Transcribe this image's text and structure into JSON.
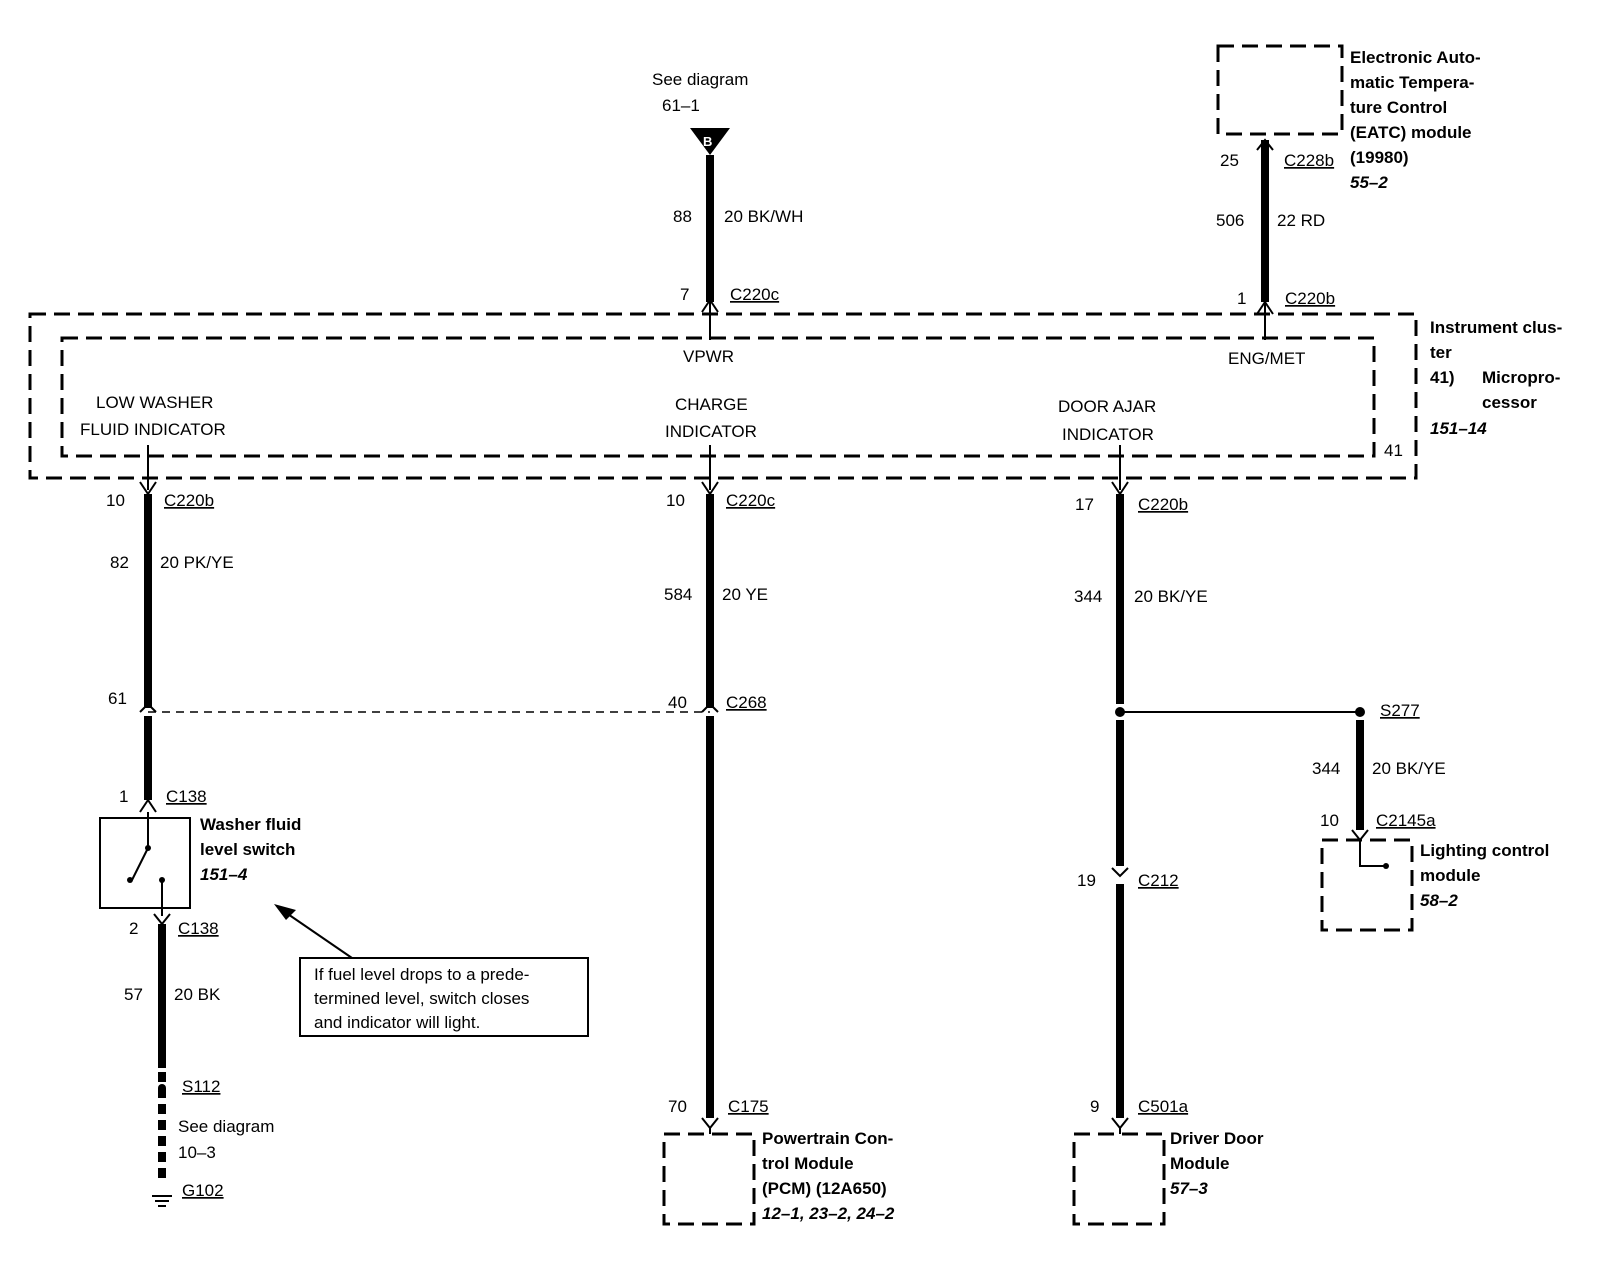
{
  "top_ref": {
    "see": "See diagram",
    "page": "61–1",
    "badge": "B"
  },
  "eatc": {
    "lines": [
      "Electronic Auto-",
      "matic Tempera-",
      "ture Control",
      "(EATC) module",
      "(19980)"
    ],
    "ref": "55–2",
    "pin": "25",
    "connector": "C228b",
    "circuit": "506",
    "wire": "22 RD"
  },
  "vpwr_feed": {
    "circuit": "88",
    "wire": "20 BK/WH",
    "pin": "7",
    "connector": "C220c"
  },
  "engmet_feed": {
    "pin": "1",
    "connector": "C220b"
  },
  "cluster": {
    "lines": [
      "Instrument clus-",
      "ter"
    ],
    "sub_num": "41)",
    "sub_lines": [
      "Micropro-",
      "cessor"
    ],
    "ref": "151–14",
    "inner_num": "41",
    "vpwr": "VPWR",
    "engmet": "ENG/MET",
    "low_washer": [
      "LOW WASHER",
      "FLUID INDICATOR"
    ],
    "charge": [
      "CHARGE",
      "INDICATOR"
    ],
    "door": [
      "DOOR AJAR",
      "INDICATOR"
    ]
  },
  "left": {
    "pin1": "10",
    "conn1": "C220b",
    "circuit": "82",
    "wire": "20 PK/YE",
    "pin2": "61",
    "pin3": "1",
    "conn3": "C138",
    "switch": [
      "Washer fluid",
      "level switch"
    ],
    "switch_ref": "151–4",
    "pin4": "2",
    "conn4": "C138",
    "circuit2": "57",
    "wire2": "20 BK",
    "splice": "S112",
    "see": "See diagram",
    "see_ref": "10–3",
    "ground": "G102"
  },
  "note": [
    "If fuel level drops to a prede-",
    "termined level, switch closes",
    "and indicator will light."
  ],
  "mid": {
    "pin1": "10",
    "conn1": "C220c",
    "circuit": "584",
    "wire": "20 YE",
    "pin2": "40",
    "conn2": "C268",
    "pin3": "70",
    "conn3": "C175",
    "module": [
      "Powertrain Con-",
      "trol Module",
      "(PCM) (12A650)"
    ],
    "module_ref": "12–1, 23–2, 24–2"
  },
  "right": {
    "pin1": "17",
    "conn1": "C220b",
    "circuit": "344",
    "wire": "20 BK/YE",
    "pin2": "19",
    "conn2": "C212",
    "pin3": "9",
    "conn3": "C501a",
    "module": [
      "Driver Door",
      "Module"
    ],
    "module_ref": "57–3"
  },
  "branch": {
    "splice": "S277",
    "circuit": "344",
    "wire": "20 BK/YE",
    "pin": "10",
    "connector": "C2145a",
    "module": [
      "Lighting control",
      "module"
    ],
    "module_ref": "58–2"
  }
}
